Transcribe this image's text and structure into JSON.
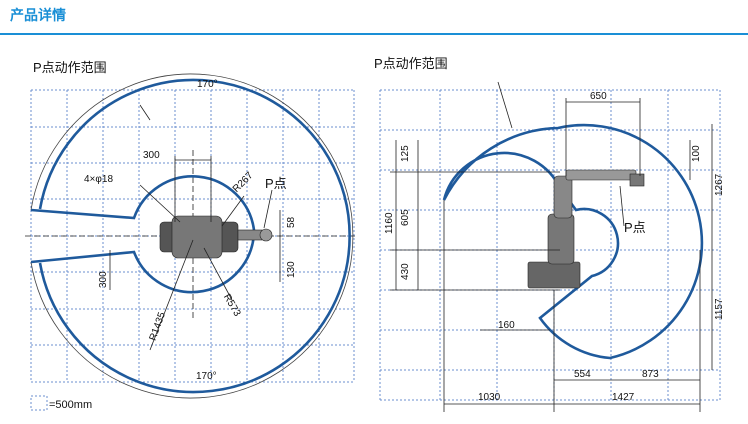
{
  "header": {
    "title": "产品详情"
  },
  "left_view": {
    "title": "P点动作范围",
    "angle_top": "170°",
    "angle_bottom": "170°",
    "dim_300_top": "300",
    "dim_4phi18": "4×φ18",
    "dim_r267": "R267",
    "p_point": "P点",
    "dim_58": "58",
    "dim_130": "130",
    "dim_300_left": "300",
    "dim_r573": "R573",
    "dim_r1435": "R1435"
  },
  "right_view": {
    "title": "P点动作范围",
    "dim_650": "650",
    "dim_125": "125",
    "dim_100": "100",
    "dim_1267": "1267",
    "dim_605": "605",
    "dim_1160": "1160",
    "dim_430": "430",
    "p_point": "P点",
    "dim_1157": "1157",
    "dim_160": "160",
    "dim_554": "554",
    "dim_873": "873",
    "dim_1030": "1030",
    "dim_1427": "1427"
  },
  "legend": {
    "label": "=500mm"
  }
}
